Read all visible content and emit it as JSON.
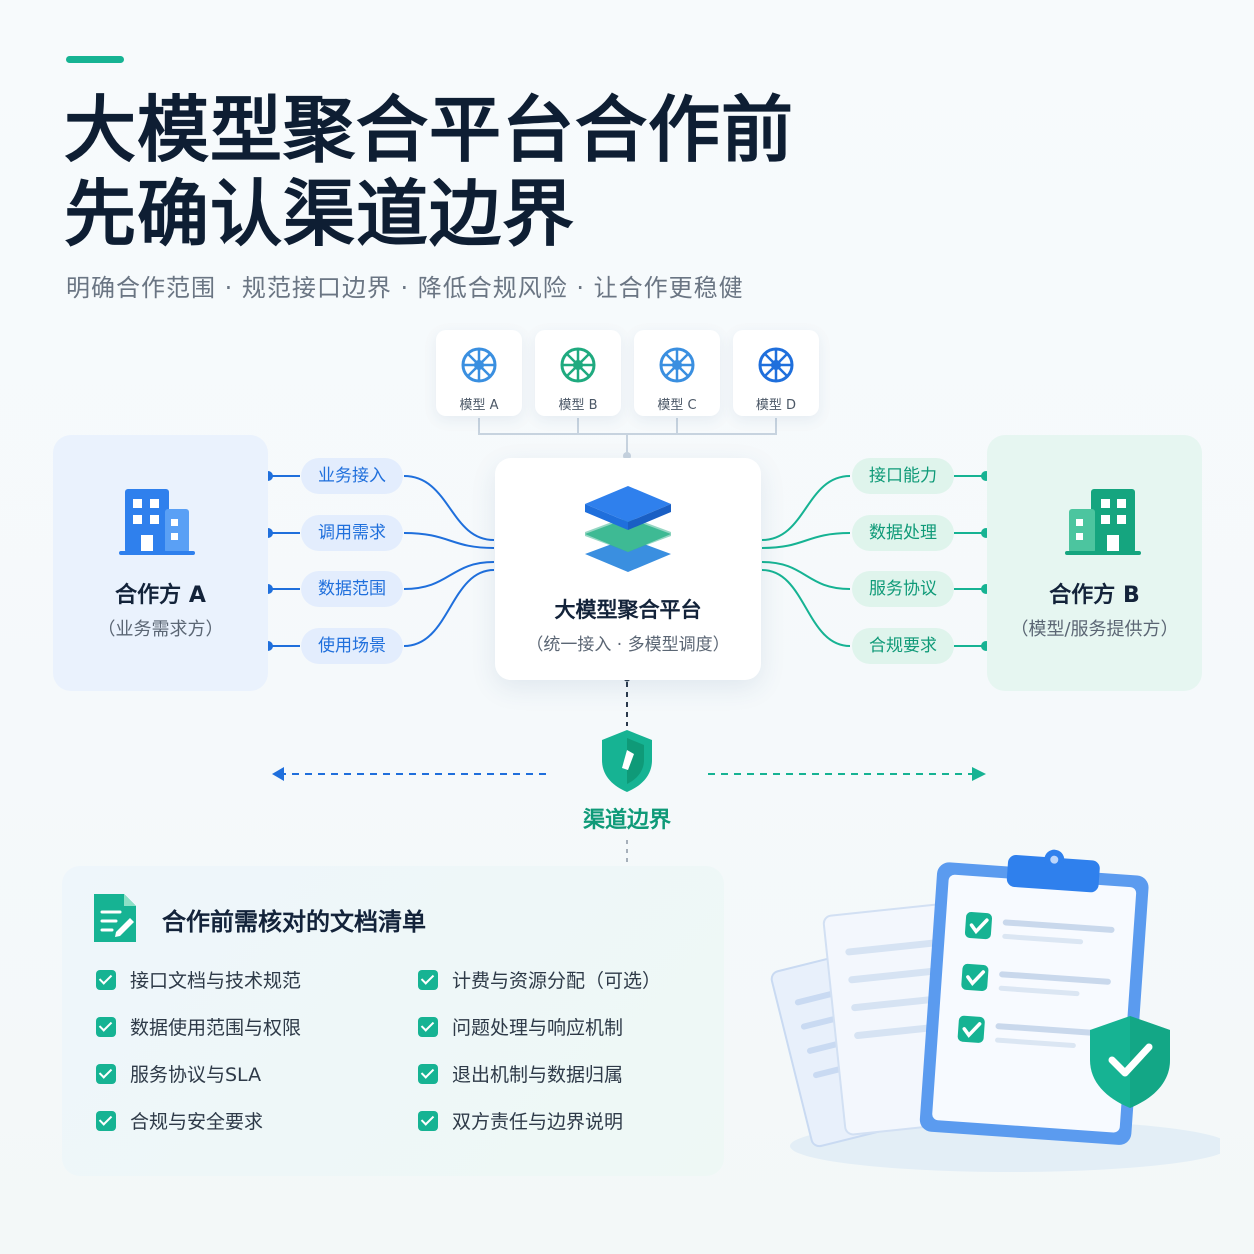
{
  "title": {
    "line1": "大模型聚合平台合作前",
    "line2": "先确认渠道边界"
  },
  "subtitle": "明确合作范围 · 规范接口边界 · 降低合规风险 · 让合作更稳健",
  "models": [
    "模型 A",
    "模型 B",
    "模型 C",
    "模型 D"
  ],
  "party_a": {
    "name": "合作方 A",
    "role": "（业务需求方）"
  },
  "party_b": {
    "name": "合作方 B",
    "role": "（模型/服务提供方）"
  },
  "left_items": [
    "业务接入",
    "调用需求",
    "数据范围",
    "使用场景"
  ],
  "right_items": [
    "接口能力",
    "数据处理",
    "服务协议",
    "合规要求"
  ],
  "hub": {
    "name": "大模型聚合平台",
    "desc": "（统一接入 · 多模型调度）"
  },
  "boundary": "渠道边界",
  "checklist": {
    "title": "合作前需核对的文档清单",
    "left": [
      "接口文档与技术规范",
      "数据使用范围与权限",
      "服务协议与SLA",
      "合规与安全要求"
    ],
    "right": [
      "计费与资源分配（可选）",
      "问题处理与响应机制",
      "退出机制与数据归属",
      "双方责任与边界说明"
    ]
  },
  "colors": {
    "accent_green": "#16b393",
    "accent_blue": "#1f6fdc",
    "title": "#0e1e33"
  },
  "icons": [
    "model-network-icon",
    "building-icon",
    "layers-icon",
    "shield-icon",
    "document-icon",
    "check-icon",
    "clipboard-icon"
  ]
}
